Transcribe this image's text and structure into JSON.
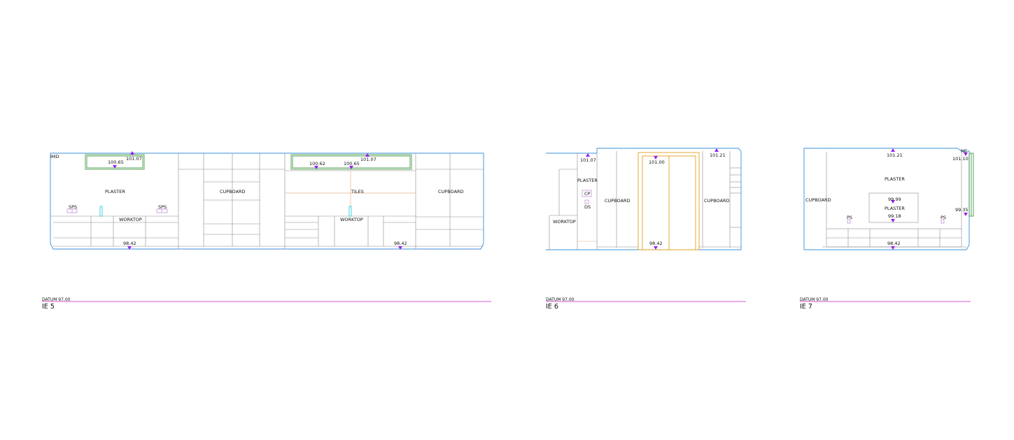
{
  "elevations": [
    {
      "id": "ie5",
      "title": "IE 5",
      "datum": "DATUM 97.00",
      "tag": "IMD",
      "labels": {
        "plaster": "PLASTER",
        "cupboard_mid": "CUPBOARD",
        "tiles": "TILES",
        "cupboard_right": "CUPBOARD",
        "worktop_left": "WORKTOP",
        "worktop_right": "WORKTOP",
        "sps_left": "SPS",
        "sps_right": "SPS"
      },
      "levels": {
        "window_left_top": "101.07",
        "window_left_sill": "100.65",
        "window_right_a": "100.62",
        "window_right_b": "100.65",
        "window_right_top": "101.07",
        "floor_left": "98.42",
        "floor_right": "98.42"
      }
    },
    {
      "id": "ie6",
      "title": "IE 6",
      "datum": "DATUM 97.00",
      "labels": {
        "worktop": "WORKTOP",
        "plaster": "PLASTER",
        "cp": "CP",
        "ds": "DS",
        "cupboard_left": "CUPBOARD",
        "cupboard_right": "CUPBOARD"
      },
      "levels": {
        "left_top": "101.07",
        "door_top": "101.00",
        "right_top": "101.21",
        "floor": "98.42"
      }
    },
    {
      "id": "ie7",
      "title": "IE 7",
      "datum": "DATUM 97.00",
      "tag": "NE",
      "labels": {
        "cupboard": "CUPBOARD",
        "plaster_top": "PLASTER",
        "plaster_panel": "PLASTER",
        "ps_left": "PS",
        "ps_right": "PS"
      },
      "levels": {
        "top": "101.21",
        "right_top": "101.10",
        "panel_top": "99.99",
        "panel_bottom": "99.18",
        "right_mid": "99.35",
        "floor": "98.42"
      }
    }
  ],
  "colors": {
    "wall_outline": "#3b8fd8",
    "window_frame": "#2f8f2f",
    "door_frame": "#e0a020",
    "level_marker": "#9b1ff0",
    "datum_line": "#c81ec8",
    "socket": "#b070c8",
    "tap": "#18c8e0",
    "linework": "#8c8c8c"
  }
}
